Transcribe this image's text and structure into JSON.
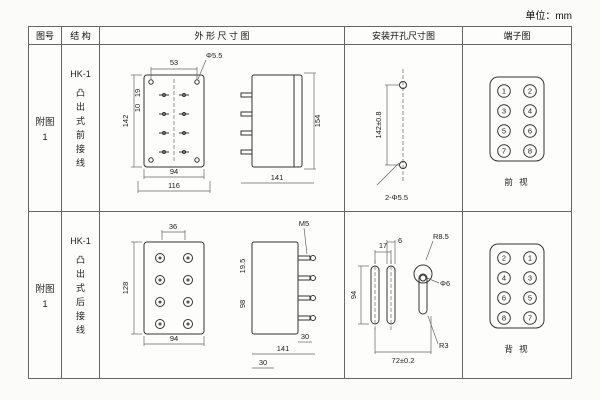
{
  "unit_label": "单位：mm",
  "headers": {
    "fig": "图号",
    "structure": "结 构",
    "outline": "外 形 尺 寸 图",
    "install": "安装开孔尺寸图",
    "terminal": "端子图"
  },
  "rows": [
    {
      "fig_label": "附图",
      "fig_num": "1",
      "model": "HK-1",
      "structure_desc": "凸出式前接线",
      "outline": {
        "dim_top": "53",
        "hole": "Φ5.5",
        "dim_a": "19",
        "dim_b": "10",
        "dim_left": "142",
        "dim_bottom1": "94",
        "dim_bottom2": "116",
        "side_height": "154",
        "side_depth": "141"
      },
      "install": {
        "dim_v": "142±0.8",
        "holes": "2-Φ5.5"
      },
      "terminal": {
        "numbers": [
          "1",
          "2",
          "3",
          "4",
          "5",
          "6",
          "7",
          "8"
        ],
        "view": "前 视"
      }
    },
    {
      "fig_label": "附图",
      "fig_num": "1",
      "model": "HK-1",
      "structure_desc": "凸出式后接线",
      "outline": {
        "dim_top": "36",
        "dim_left": "128",
        "dim_bottom": "94",
        "screw": "M5",
        "side_dim1": "19.5",
        "side_dim2": "98",
        "side_bottom_a": "30",
        "side_depth": "141",
        "side_bottom_c": "30"
      },
      "install": {
        "dim1": "17",
        "dim2": "6",
        "r1": "R8.5",
        "dim_v": "94",
        "hole": "Φ6",
        "dim_bottom": "72±0.2",
        "r2": "R3"
      },
      "terminal": {
        "numbers": [
          "2",
          "1",
          "4",
          "3",
          "6",
          "5",
          "8",
          "7"
        ],
        "view": "背 视"
      }
    }
  ]
}
